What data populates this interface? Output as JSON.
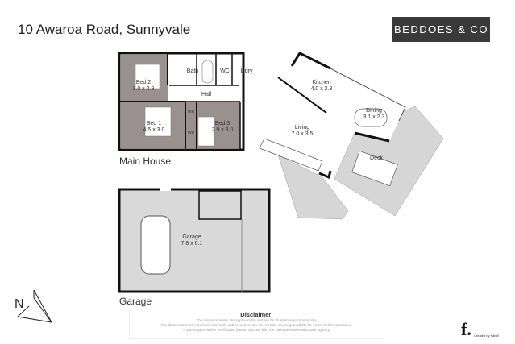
{
  "title": "10 Awaroa Road, Sunnyvale",
  "brand": "BEDDOES & CO",
  "sections": {
    "main_house": "Main House",
    "garage": "Garage"
  },
  "rooms": [
    {
      "name": "Bed 2",
      "size": "3.0 x 2.9"
    },
    {
      "name": "Bath",
      "size": ""
    },
    {
      "name": "WC",
      "size": ""
    },
    {
      "name": "L'dry",
      "size": ""
    },
    {
      "name": "Hall",
      "size": ""
    },
    {
      "name": "Bed 1",
      "size": "4.5 x 3.0"
    },
    {
      "name": "WR",
      "size": ""
    },
    {
      "name": "WR",
      "size": ""
    },
    {
      "name": "Bed 3",
      "size": "2.9 x 3.0"
    },
    {
      "name": "Kitchen",
      "size": "4.0 x 2.3"
    },
    {
      "name": "Dining",
      "size": "3.1 x 2.3"
    },
    {
      "name": "Living",
      "size": "7.0 x 3.5"
    },
    {
      "name": "Deck",
      "size": ""
    },
    {
      "name": "Garage",
      "size": "7.8 x 6.1"
    }
  ],
  "compass": "N",
  "disclaimer": {
    "heading": "Disclaimer:",
    "lines": [
      "The measurements are approximate and are for illustration purposes only.",
      "The dimensions are measured internally and in metres. We do not take any responsibility for errors and/or omissions.",
      "If you require further verification please discuss with the Salesperson/Real Estate Agency."
    ]
  },
  "credit": {
    "logo": "f.",
    "text": "Created by Fabbl"
  },
  "colors": {
    "bedroom": "#9a9090",
    "deck": "#d6d6d6",
    "garage": "#d9d9d9",
    "wall": "#111111",
    "brand_bg": "#3a3a3a",
    "credit_dot": "#d0021b"
  }
}
